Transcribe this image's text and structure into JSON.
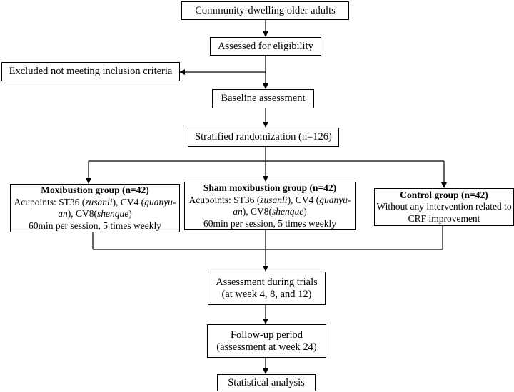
{
  "boxes": {
    "community": "Community-dwelling older adults",
    "eligibility": "Assessed for eligibility",
    "excluded": "Excluded not meeting inclusion criteria",
    "baseline": "Baseline assessment",
    "randomization": "Stratified randomization (n=126)",
    "moxibustion": {
      "title": "Moxibustion group  (n=42)",
      "acu_prefix": "Acupoints: ST36 (",
      "acu_zusanli": "zusanli",
      "acu_mid": "), CV4 (",
      "acu_guanyu": "guanyu-",
      "acu_an": "an",
      "acu_cv8": "), CV8(",
      "acu_shenque": "shenque",
      "acu_end": ")",
      "schedule": "60min per session, 5 times weekly"
    },
    "sham": {
      "title": "Sham moxibustion group (n=42)",
      "acu_prefix": "Acupoints: ST36 (",
      "acu_zusanli": "zusanli",
      "acu_mid": "), CV4 (",
      "acu_guanyu": "guanyu-",
      "acu_an": "an",
      "acu_cv8": "), CV8(",
      "acu_shenque": "shenque",
      "acu_end": ")",
      "schedule": "60min per session, 5 times weekly"
    },
    "control": {
      "title": "Control group (n=42)",
      "line1": "Without any intervention related to",
      "line2": "CRF improvement"
    },
    "trials": {
      "line1": "Assessment during trials",
      "line2": "(at week 4, 8, and 12)"
    },
    "followup": {
      "line1": "Follow-up period",
      "line2": "(assessment at week 24)"
    },
    "analysis": "Statistical analysis"
  }
}
